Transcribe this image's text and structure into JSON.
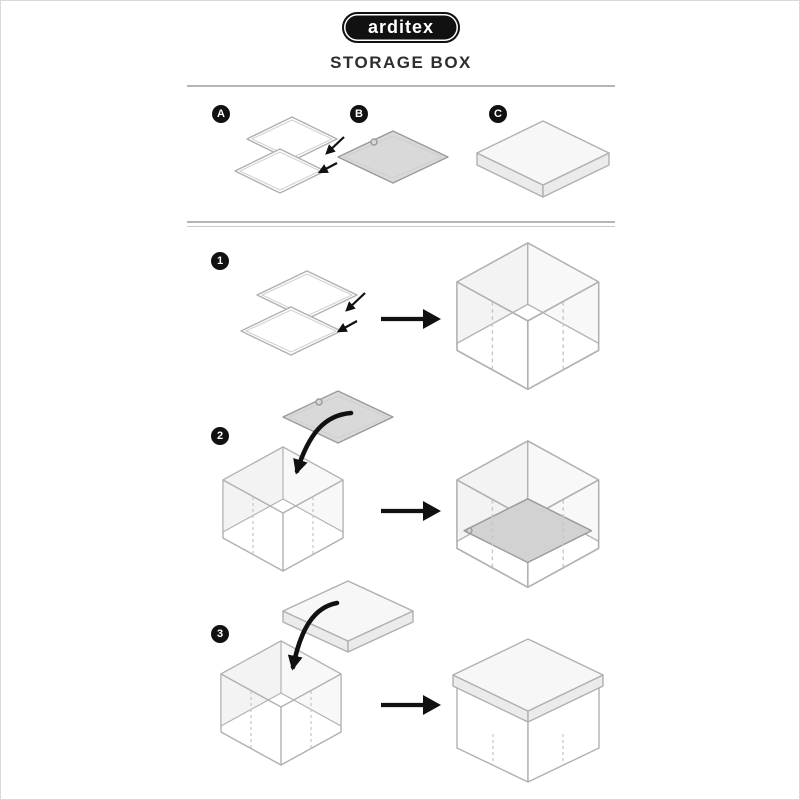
{
  "logo": {
    "text": "arditex"
  },
  "title": "STORAGE BOX",
  "parts": [
    {
      "label": "A",
      "icon": "two-side-panels"
    },
    {
      "label": "B",
      "icon": "gray-base-panel"
    },
    {
      "label": "C",
      "icon": "lid-panel"
    }
  ],
  "steps": [
    {
      "label": "1",
      "icon": "fold-panels-into-open-box"
    },
    {
      "label": "2",
      "icon": "insert-base-panel"
    },
    {
      "label": "3",
      "icon": "place-lid-on-box"
    }
  ],
  "colors": {
    "line": "#b0b0b0",
    "dash": "#c6c6c6",
    "panel_gray": "#d9d9d9",
    "panel_gray_stroke": "#9b9b9b",
    "wall_shade": "#f3f3f3",
    "lid_top": "#f7f7f7",
    "lid_side": "#ebebeb",
    "ink": "#111111",
    "divider": "#b5b5b5"
  }
}
